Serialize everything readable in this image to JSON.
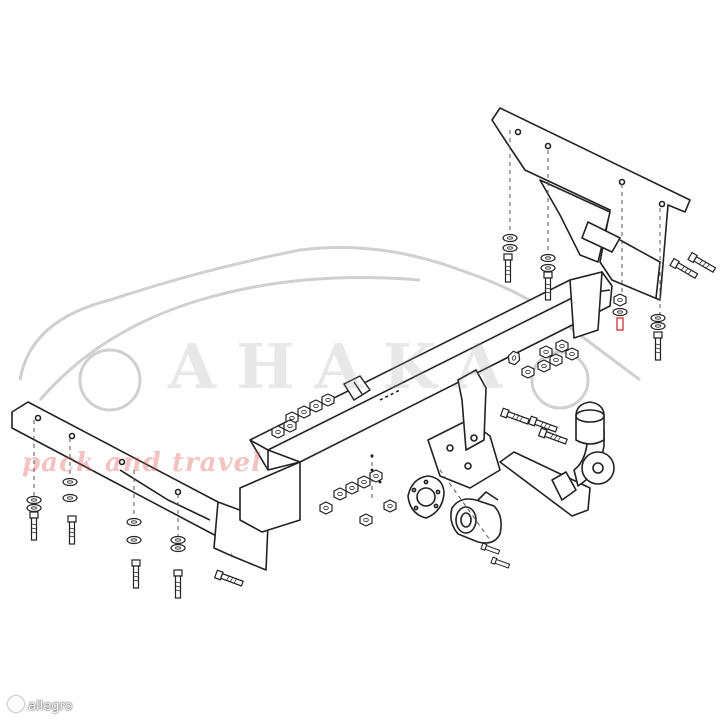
{
  "watermark": {
    "brand": "AHAKA",
    "tagline": "pack and travel"
  },
  "credit": {
    "text": "allegro"
  },
  "colors": {
    "line": "#222222",
    "accent": "#cc2222",
    "watermark": "#c8c8c8"
  }
}
